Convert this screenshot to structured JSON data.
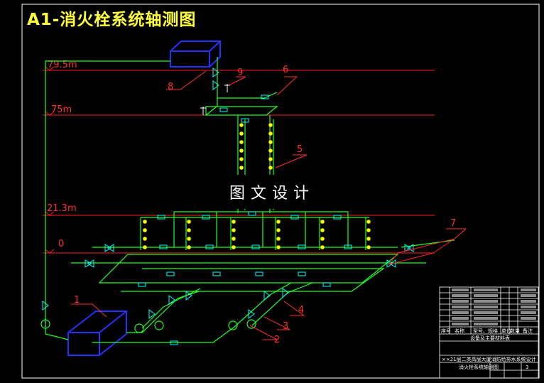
{
  "title": "A1-消火栓系统轴测图",
  "overlay_text": "图文设计",
  "colors": {
    "background": "#000000",
    "pipe": "#22ff22",
    "level_line": "#ff2020",
    "tank": "#2233ff",
    "label": "#ff3030",
    "valve": "#00ffff",
    "hydrant": "#ffff00",
    "frame": "#ffffff"
  },
  "levels": [
    {
      "label": "79.5m"
    },
    {
      "label": "75m"
    },
    {
      "label": "21.3m"
    },
    {
      "label": "0"
    }
  ],
  "callouts": [
    "1",
    "2",
    "3",
    "4",
    "5",
    "6",
    "7",
    "8",
    "9"
  ],
  "title_block": {
    "table_caption": "设备及主要材料表",
    "header": [
      "序号",
      "名称",
      "型号、规格",
      "单位",
      "数量",
      "备注"
    ],
    "project": "××21层二类高层大厦消防给排水系统设计",
    "sheet": "消火栓系统轴测图",
    "sheet_no": "3"
  }
}
